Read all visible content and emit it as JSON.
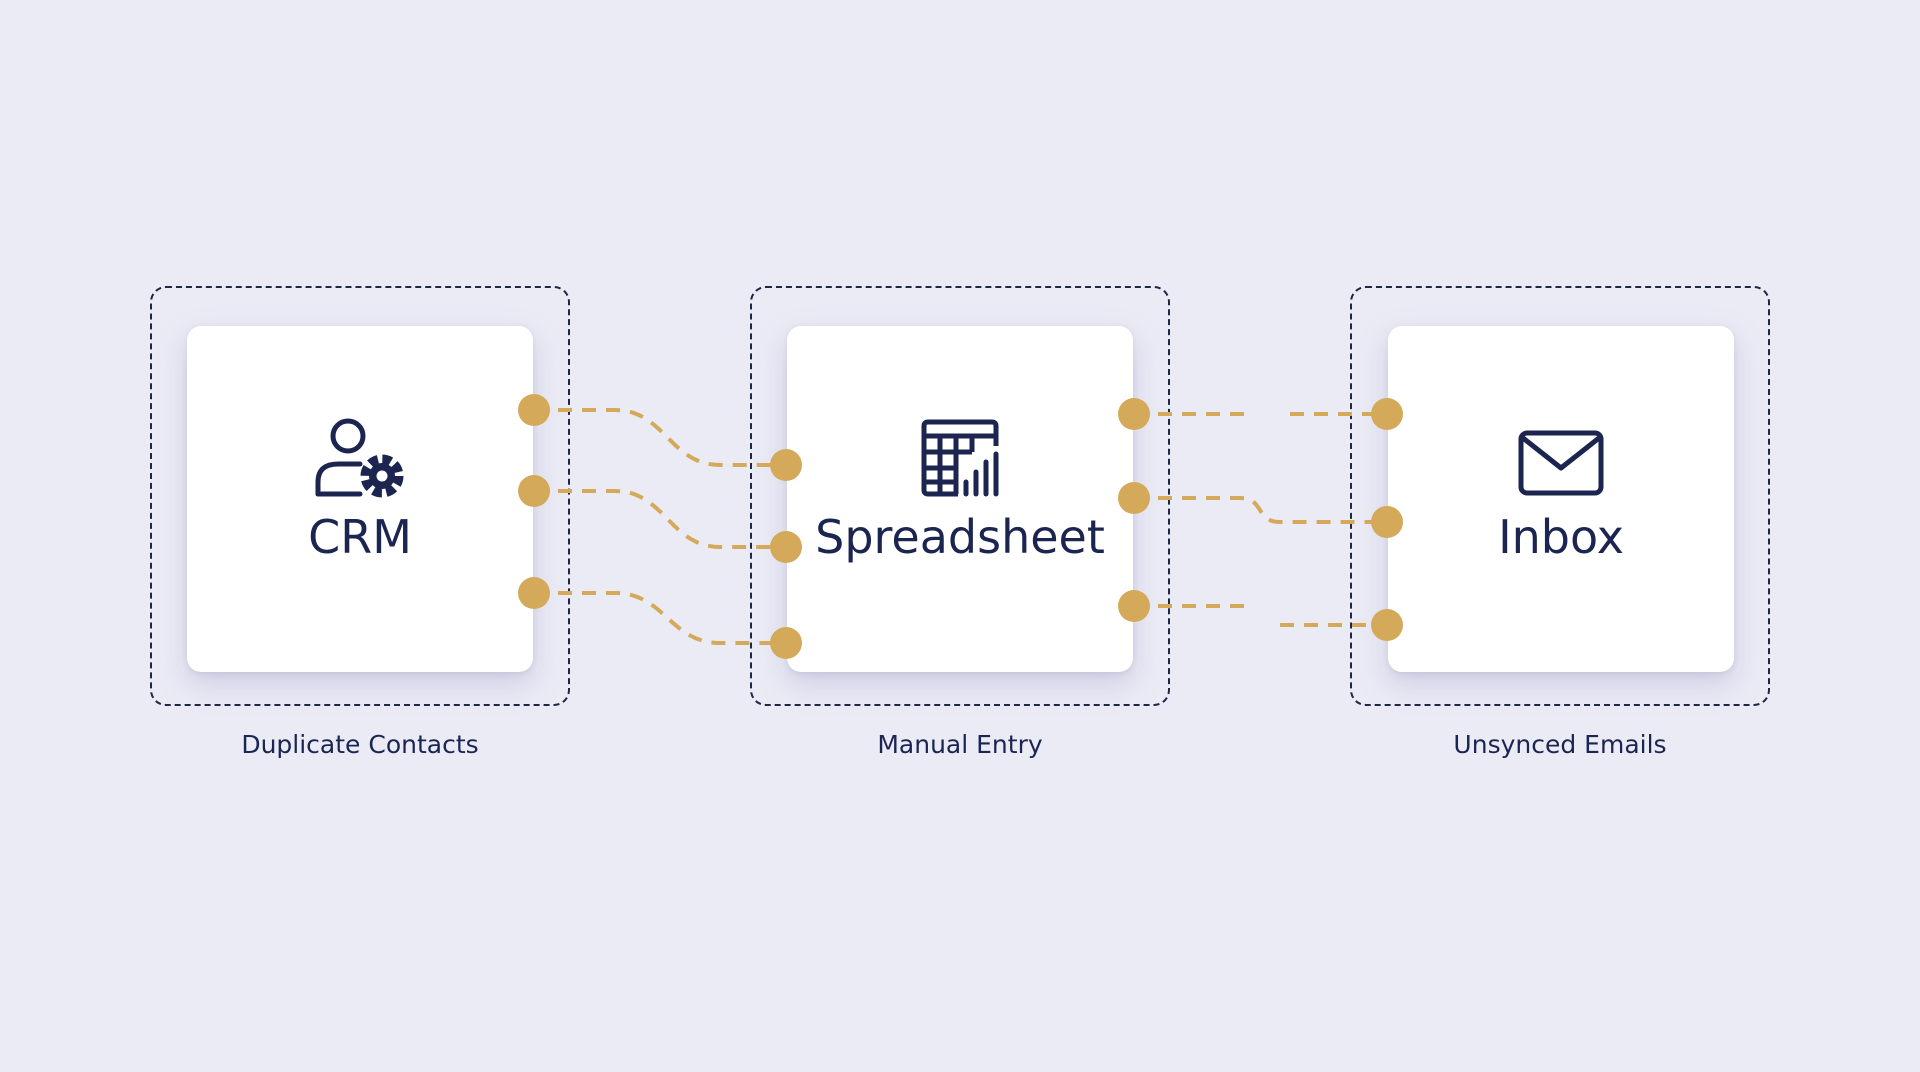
{
  "colors": {
    "background": "#ebebf6",
    "accent": "#d4a95a",
    "ink": "#1b2550"
  },
  "nodes": [
    {
      "title": "CRM",
      "caption": "Duplicate Contacts",
      "icon": "user-gear-icon"
    },
    {
      "title": "Spreadsheet",
      "caption": "Manual Entry",
      "icon": "spreadsheet-chart-icon"
    },
    {
      "title": "Inbox",
      "caption": "Unsynced Emails",
      "icon": "envelope-icon"
    }
  ]
}
